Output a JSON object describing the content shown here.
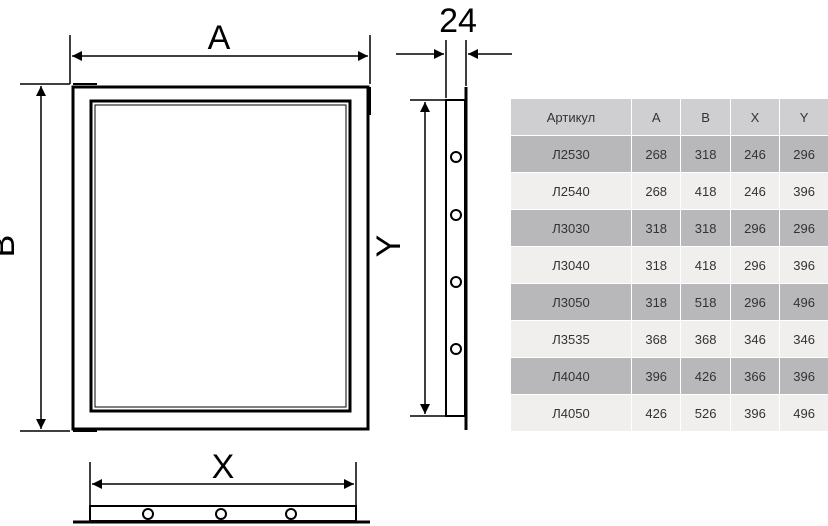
{
  "dimensions": {
    "a": "A",
    "b": "B",
    "x": "X",
    "y": "Y",
    "depth": "24"
  },
  "table": {
    "headers": [
      "Артикул",
      "A",
      "B",
      "X",
      "Y"
    ],
    "rows": [
      [
        "Л2530",
        "268",
        "318",
        "246",
        "296"
      ],
      [
        "Л2540",
        "268",
        "418",
        "246",
        "396"
      ],
      [
        "Л3030",
        "318",
        "318",
        "296",
        "296"
      ],
      [
        "Л3040",
        "318",
        "418",
        "296",
        "396"
      ],
      [
        "Л3050",
        "318",
        "518",
        "296",
        "496"
      ],
      [
        "Л3535",
        "368",
        "368",
        "346",
        "346"
      ],
      [
        "Л4040",
        "396",
        "426",
        "366",
        "396"
      ],
      [
        "Л4050",
        "426",
        "526",
        "396",
        "496"
      ]
    ]
  },
  "colors": {
    "line": "#000000",
    "header_bg": "#cfcfd1",
    "row_dark": "#b8b8ba",
    "row_light": "#f0efed"
  }
}
